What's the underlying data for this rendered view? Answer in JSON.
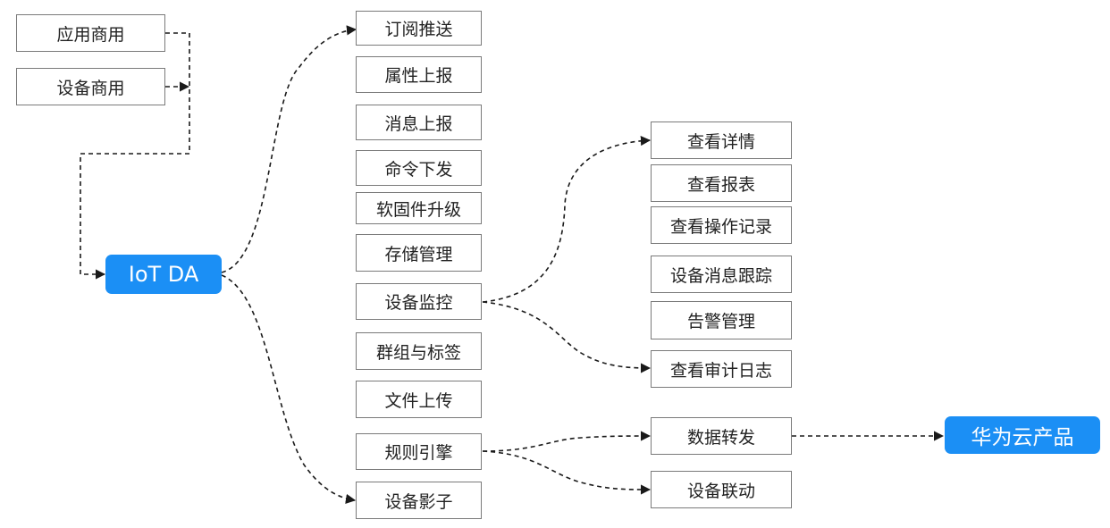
{
  "colors": {
    "accent": "#1b8ff5",
    "box_border": "#7a7a7a",
    "connector": "#1a1a1a",
    "text": "#222222"
  },
  "sources": {
    "app_commercial": "应用商用",
    "device_commercial": "设备商用"
  },
  "hub": {
    "label": "IoT DA"
  },
  "features": {
    "subscribe_push": "订阅推送",
    "property_report": "属性上报",
    "message_report": "消息上报",
    "command_issue": "命令下发",
    "firmware_upgrade": "软固件升级",
    "storage_management": "存储管理",
    "device_monitoring": "设备监控",
    "groups_tags": "群组与标签",
    "file_upload": "文件上传",
    "rule_engine": "规则引擎",
    "device_shadow": "设备影子"
  },
  "monitoring": {
    "view_details": "查看详情",
    "view_reports": "查看报表",
    "view_operation_logs": "查看操作记录",
    "device_message_trace": "设备消息跟踪",
    "alarm_management": "告警管理",
    "view_audit_logs": "查看审计日志"
  },
  "rules": {
    "data_forwarding": "数据转发",
    "device_linkage": "设备联动"
  },
  "target": {
    "label": "华为云产品"
  }
}
